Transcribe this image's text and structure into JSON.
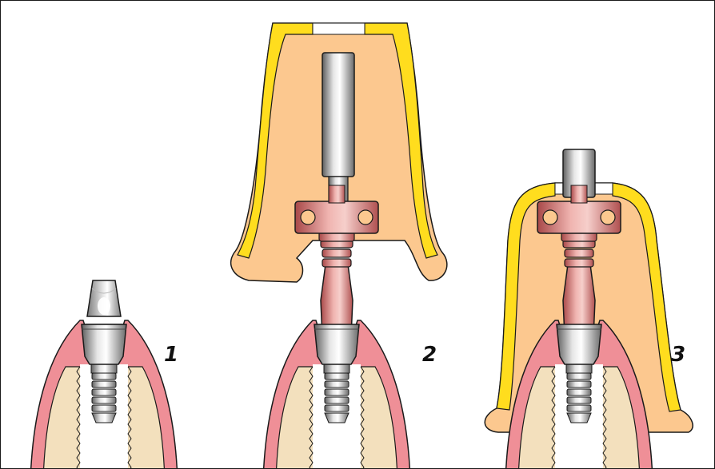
{
  "steps": [
    {
      "label": "1"
    },
    {
      "label": "2"
    },
    {
      "label": "3"
    }
  ],
  "colors": {
    "gingiva": "#ef8f97",
    "bone": "#f3e0bd",
    "tray": "#fcc88f",
    "adhesive": "#ffdd1e",
    "transfer_post": "#d87f7c",
    "abutment_metal": "#9a9a9a",
    "outline": "#1a1a1a"
  }
}
